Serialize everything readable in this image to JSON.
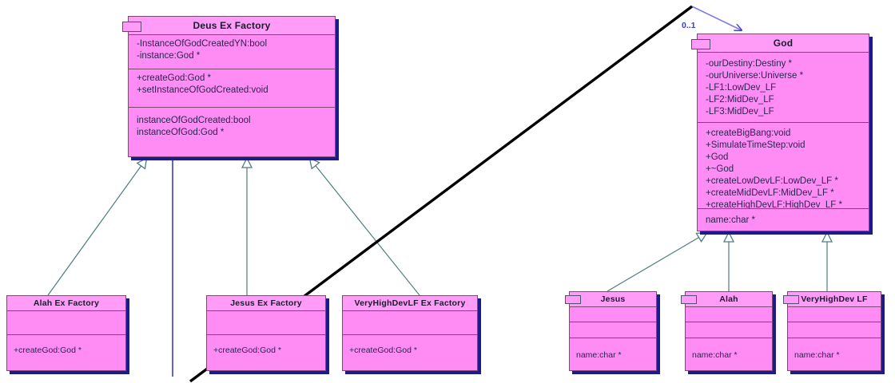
{
  "diagram": {
    "type": "uml-class-diagram",
    "background": "#ffffff",
    "class_fill": "#FF8CF5",
    "class_header_fill": "#FF9CF7",
    "class_border": "#7a4a72",
    "shadow_color": "#1b1b8c",
    "generalization_line_color": "#4d7d7d",
    "association_line_color": "#3b3bd6",
    "annotation_line_color": "#000000"
  },
  "classes": {
    "deus_ex_factory": {
      "name": "Deus Ex Factory",
      "attributes": [
        "-InstanceOfGodCreatedYN:bool",
        "-instance:God *"
      ],
      "operations": [
        "+createGod:God *",
        "+setInstanceOfGodCreated:void"
      ],
      "extra": [
        "instanceOfGodCreated:bool",
        "instanceOfGod:God *"
      ]
    },
    "god": {
      "name": "God",
      "attributes": [
        "-ourDestiny:Destiny *",
        "-ourUniverse:Universe *",
        "-LF1:LowDev_LF",
        "-LF2:MidDev_LF",
        "-LF3:MidDev_LF"
      ],
      "operations": [
        "+createBigBang:void",
        "+SimulateTimeStep:void",
        "+God",
        "+~God",
        "+createLowDevLF:LowDev_LF *",
        "+createMidDevLF:MidDev_LF *",
        "+createHighDevLF:HighDev_LF *"
      ],
      "extra": [
        "name:char *"
      ]
    },
    "alah_ex_factory": {
      "name": "Alah Ex Factory",
      "attributes": [],
      "operations": [
        "+createGod:God *"
      ]
    },
    "jesus_ex_factory": {
      "name": "Jesus Ex Factory",
      "attributes": [],
      "operations": [
        "+createGod:God *"
      ]
    },
    "veryhighdevlf_ex_factory": {
      "name": "VeryHighDevLF Ex Factory",
      "attributes": [],
      "operations": [
        "+createGod:God *"
      ]
    },
    "jesus": {
      "name": "Jesus",
      "attributes": [],
      "operations": [],
      "extra": [
        "name:char *"
      ]
    },
    "alah": {
      "name": "Alah",
      "attributes": [],
      "operations": [],
      "extra": [
        "name:char *"
      ]
    },
    "veryhighdev_lf": {
      "name": "VeryHighDev LF",
      "attributes": [],
      "operations": [],
      "extra": [
        "name:char *"
      ]
    }
  },
  "relationships": {
    "multiplicity_god": "0..1",
    "generalizations": [
      {
        "from": "Alah Ex Factory",
        "to": "Deus Ex Factory"
      },
      {
        "from": "Jesus Ex Factory",
        "to": "Deus Ex Factory"
      },
      {
        "from": "VeryHighDevLF Ex Factory",
        "to": "Deus Ex Factory"
      },
      {
        "from": "Jesus",
        "to": "God"
      },
      {
        "from": "Alah",
        "to": "God"
      },
      {
        "from": "VeryHighDev LF",
        "to": "God"
      }
    ],
    "associations": [
      {
        "from": "Deus Ex Factory",
        "to": "God",
        "multiplicity": "0..1"
      }
    ]
  }
}
